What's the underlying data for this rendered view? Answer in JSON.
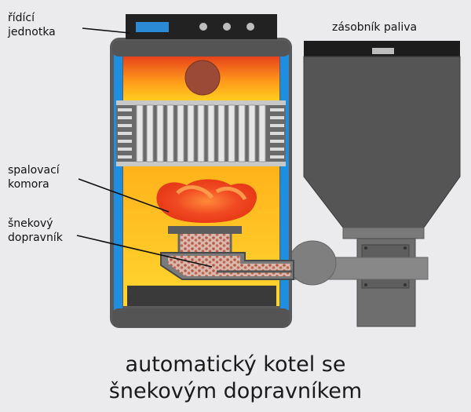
{
  "labels": {
    "control_unit": [
      "řídící",
      "jednotka"
    ],
    "fuel_hopper": "zásobník paliva",
    "combustion_chamber": [
      "spalovací",
      "komora"
    ],
    "screw_conveyor": [
      "šnekový",
      "dopravník"
    ]
  },
  "caption": [
    "automatický kotel se",
    "šnekovým dopravníkem"
  ],
  "colors": {
    "background": "#ebebed",
    "boiler_jacket": "#1e8fe0",
    "boiler_body": "#5a5a5a",
    "hopper": "#555555",
    "hopper_lid": "#1c1c1c",
    "fire_top": "#e8431b",
    "fire_bottom": "#ffd21f",
    "display": "#2a8ad6",
    "fuel_pellets": "#c2705c"
  },
  "control_panel": {
    "knobs": 3
  }
}
